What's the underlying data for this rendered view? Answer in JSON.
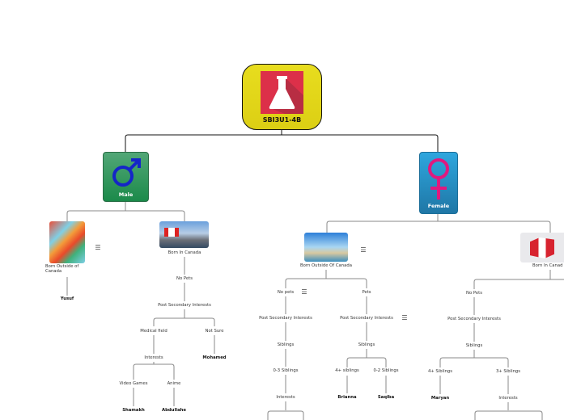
{
  "root": {
    "title": "SBI3U1-4B",
    "icon": "flask-icon",
    "color": "#e6da1c"
  },
  "male": {
    "label": "Male",
    "icon": "male-symbol-icon",
    "born_outside": {
      "label_line1": "Born Outside of",
      "label_line2": "Canada",
      "leaf": "Yusuf"
    },
    "born_in": {
      "label": "Born In Canada",
      "no_pets": "No Pets",
      "psi": "Post Secondary Interests",
      "medical": "Medical field",
      "not_sure": "Not Sure",
      "mohamed": "Mohamed",
      "interests": "Interests",
      "video_games": "Video Games",
      "anime": "Anime",
      "shamakh": "Shamakh",
      "abdullahe": "Abdullahe"
    }
  },
  "female": {
    "label": "Female",
    "icon": "female-symbol-icon",
    "born_outside": {
      "label": "Born Outside Of Canada",
      "no_pets": "No pets",
      "pets": "Pets",
      "psi_left": "Post Secondary Interests",
      "psi_right": "Post Secondary Interests",
      "siblings_left": "Siblings",
      "siblings_right": "Siblings",
      "s03": "0-3 Siblings",
      "interests": "Interests",
      "s4plus": "4+ siblings",
      "s02": "0-2 Siblings",
      "brianna": "Brianna",
      "saqiba": "Saqiba"
    },
    "born_in": {
      "label": "Born In Canad",
      "no_pets": "No Pets",
      "psi": "Post Secondary Interests",
      "siblings": "Siblings",
      "s4plus": "4+ Siblings",
      "s3plus": "3+ Siblings",
      "maryan": "Maryan",
      "interests": "Interests"
    }
  },
  "menu_glyph": "☰"
}
